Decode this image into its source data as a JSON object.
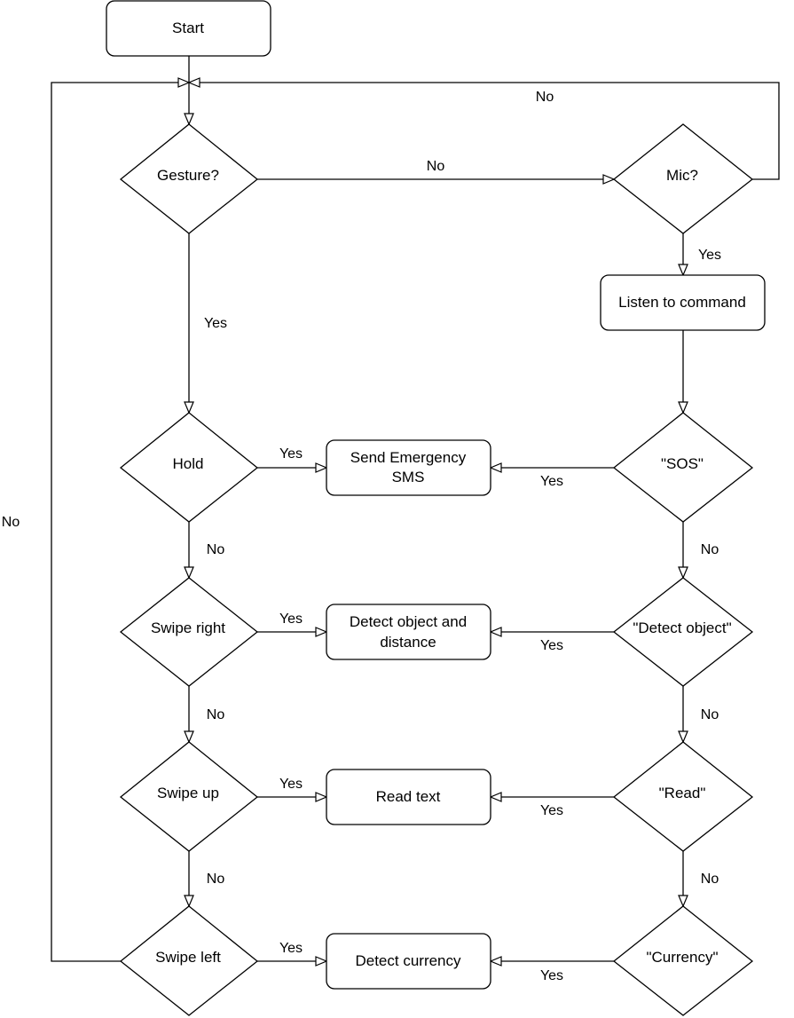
{
  "nodes": {
    "start": "Start",
    "gesture": "Gesture?",
    "mic": "Mic?",
    "listen": "Listen to command",
    "hold": "Hold",
    "sos": "\"SOS\"",
    "send_sms_1": "Send Emergency",
    "send_sms_2": "SMS",
    "swipe_right": "Swipe right",
    "detect_object_cmd": "\"Detect object\"",
    "detect_object_1": "Detect object and",
    "detect_object_2": "distance",
    "swipe_up": "Swipe up",
    "read_cmd": "\"Read\"",
    "read_text": "Read text",
    "swipe_left": "Swipe left",
    "currency_cmd": "\"Currency\"",
    "detect_currency": "Detect currency"
  },
  "edge_labels": {
    "mic_no_loop": "No",
    "gesture_no": "No",
    "mic_yes": "Yes",
    "gesture_yes": "Yes",
    "hold_yes": "Yes",
    "sos_yes": "Yes",
    "hold_no": "No",
    "sos_no": "No",
    "swipe_right_yes": "Yes",
    "detect_object_yes": "Yes",
    "swipe_right_no": "No",
    "detect_object_no": "No",
    "swipe_up_yes": "Yes",
    "read_yes": "Yes",
    "swipe_up_no": "No",
    "read_no": "No",
    "swipe_left_yes": "Yes",
    "currency_yes": "Yes",
    "swipe_left_no_loop": "No"
  },
  "colors": {
    "stroke": "#000000",
    "fill": "#ffffff"
  }
}
